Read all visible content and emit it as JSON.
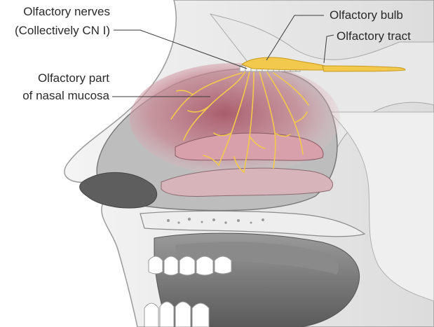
{
  "labels": {
    "olfactory_nerves_line1": "Olfactory nerves",
    "olfactory_nerves_line2": "(Collectively CN I)",
    "olfactory_bulb": "Olfactory bulb",
    "olfactory_tract": "Olfactory tract",
    "olfactory_part_line1": "Olfactory part",
    "olfactory_part_line2": "of nasal mucosa"
  },
  "colors": {
    "nerve": "#f2c94c",
    "mucosa": "#c98a96",
    "tissue": "#d9d9d9",
    "outline": "#8c8c8c",
    "cavity": "#6e6e6e",
    "text": "#2a2a2a"
  }
}
